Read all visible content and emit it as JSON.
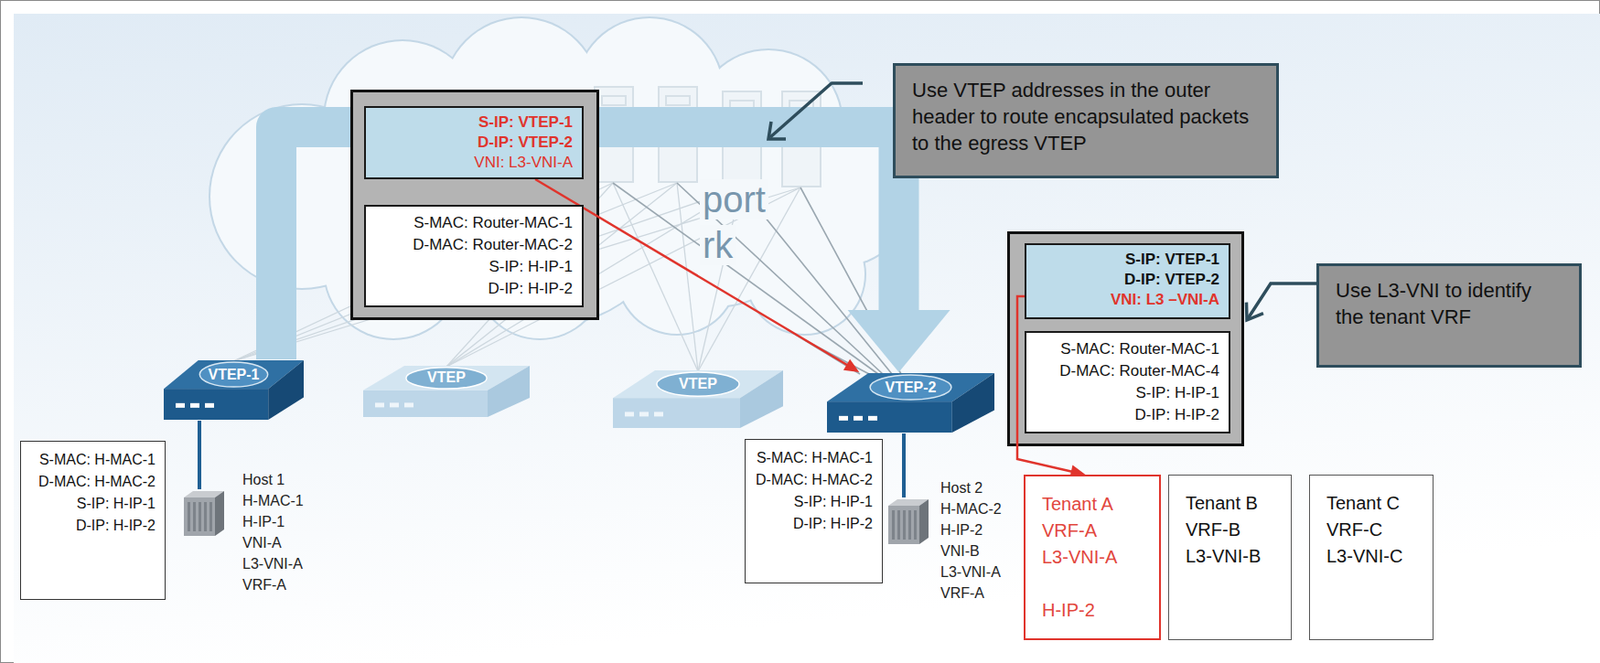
{
  "diagram": {
    "nodes": [
      {
        "text": []
      },
      {
        "text": [
          "S-IP: VTEP-1",
          "D-IP: VTEP-2",
          "VNI: L3-VNI-A"
        ],
        "in": 0
      },
      {
        "text": [
          "S-MAC: Router-MAC-1",
          "D-MAC: Router-MAC-2",
          "S-IP: H-IP-1",
          "D-IP: H-IP-2"
        ],
        "in": 0
      },
      {
        "text": [
          "Use VTEP addresses in the outer header to route encapsulated packets to the egress VTEP"
        ]
      },
      {
        "text": []
      },
      {
        "text": [
          "S-IP: VTEP-1",
          "D-IP: VTEP-2",
          "VNI: L3 –VNI-A"
        ],
        "in": 4
      },
      {
        "text": [
          "S-MAC: Router-MAC-1",
          "D-MAC: Router-MAC-4",
          "S-IP: H-IP-1",
          "D-IP: H-IP-2"
        ],
        "in": 4
      },
      {
        "text": [
          "Use L3-VNI to identify the tenant VRF"
        ]
      },
      {
        "text": [
          "VTEP-1"
        ]
      },
      {
        "text": [
          "VTEP"
        ]
      },
      {
        "text": [
          "VTEP"
        ]
      },
      {
        "text": [
          "VTEP-2"
        ]
      },
      {
        "text": [
          "S-MAC: H-MAC-1",
          "D-MAC: H-MAC-2",
          "S-IP: H-IP-1",
          "D-IP: H-IP-2"
        ]
      },
      {
        "text": [
          "Host 1",
          "H-MAC-1",
          "H-IP-1",
          "VNI-A",
          "L3-VNI-A",
          "VRF-A"
        ]
      },
      {
        "text": [
          "S-MAC: H-MAC-1",
          "D-MAC: H-MAC-2",
          "S-IP: H-IP-1",
          "D-IP: H-IP-2"
        ]
      },
      {
        "text": [
          "Host 2",
          "H-MAC-2",
          "H-IP-2",
          "VNI-B",
          "L3-VNI-A",
          "VRF-A"
        ]
      },
      {
        "text": [
          "Tenant A",
          "VRF-A",
          "L3-VNI-A",
          "H-IP-2"
        ]
      },
      {
        "text": [
          "Tenant B",
          "VRF-B",
          "L3-VNI-B"
        ]
      },
      {
        "text": [
          "Tenant C",
          "VRF-C",
          "L3-VNI-C"
        ]
      }
    ],
    "edges": [
      {
        "from": 8,
        "to": 11,
        "arrow": "to"
      },
      {
        "from": 1,
        "to": 11,
        "arrow": "to"
      },
      {
        "from": 7,
        "to": 4,
        "arrow": "to"
      },
      {
        "from": 5,
        "to": 16,
        "arrow": "to"
      },
      {
        "from": 8,
        "to": 13,
        "arrow": "none"
      },
      {
        "from": 11,
        "to": 15,
        "arrow": "none"
      }
    ],
    "labels": [
      "port",
      "rk"
    ]
  }
}
